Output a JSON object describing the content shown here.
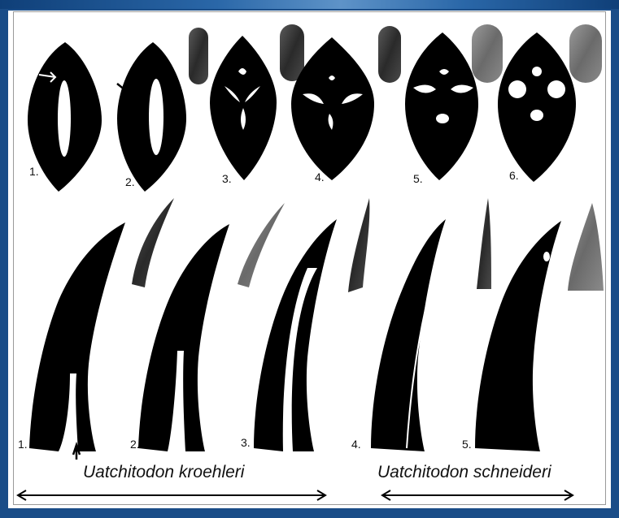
{
  "figure": {
    "top_row": {
      "labels": [
        "1.",
        "2.",
        "3.",
        "4.",
        "5.",
        "6."
      ]
    },
    "bottom_row": {
      "labels": [
        "1.",
        "2.",
        "3.",
        "4.",
        "5."
      ]
    },
    "species": [
      {
        "name": "Uatchitodon kroehleri"
      },
      {
        "name": "Uatchitodon schneideri"
      }
    ]
  }
}
